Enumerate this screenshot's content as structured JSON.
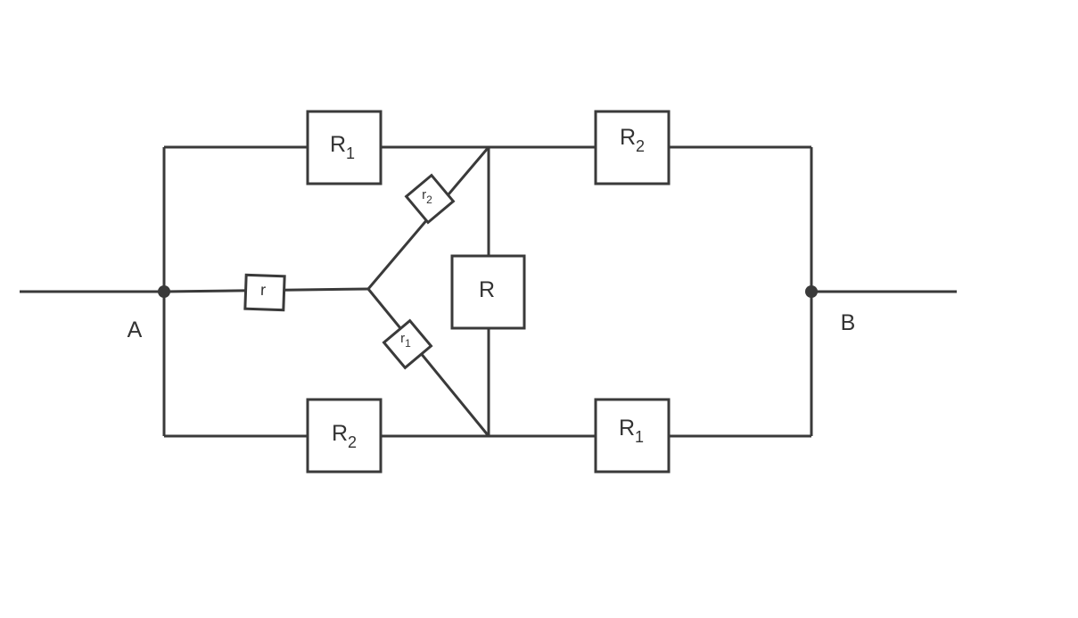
{
  "nodes": {
    "a": "A",
    "b": "B"
  },
  "resistors": {
    "top_left": {
      "base": "R",
      "sub": "1"
    },
    "top_right": {
      "base": "R",
      "sub": "2"
    },
    "bottom_left": {
      "base": "R",
      "sub": "2"
    },
    "bottom_right": {
      "base": "R",
      "sub": "1"
    },
    "middle": {
      "base": "R"
    },
    "star_left": {
      "base": "r"
    },
    "star_upper": {
      "base": "r",
      "sub": "2"
    },
    "star_lower": {
      "base": "r",
      "sub": "1"
    }
  }
}
